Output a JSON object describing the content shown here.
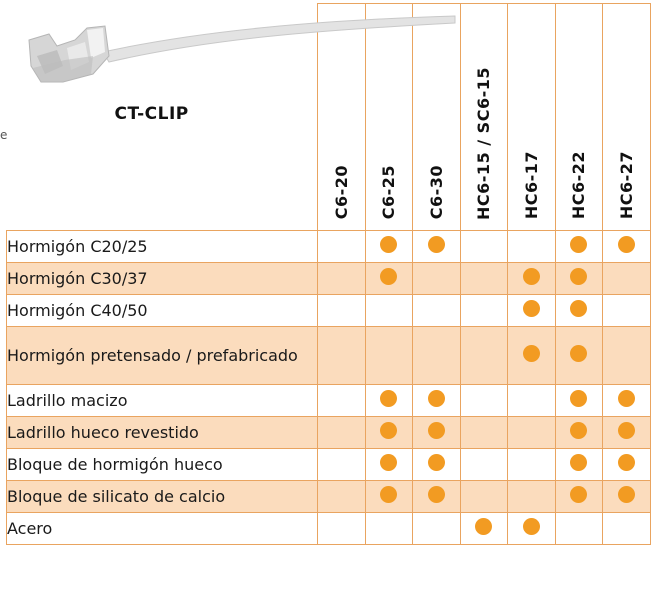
{
  "header": {
    "product_name": "CT-CLIP",
    "stray_mark": "e",
    "products": [
      "C6-20",
      "C6-25",
      "C6-30",
      "HC6-15 / SC6-15",
      "HC6-17",
      "HC6-22",
      "HC6-27"
    ]
  },
  "colors": {
    "dot": "#f29b22",
    "shade": "#fbdcbd",
    "border": "#e9a460"
  },
  "rows": [
    {
      "material": "Hormigón C20/25",
      "shaded": false,
      "dots": [
        false,
        true,
        true,
        false,
        false,
        true,
        true
      ]
    },
    {
      "material": "Hormigón C30/37",
      "shaded": true,
      "dots": [
        false,
        true,
        false,
        false,
        true,
        true,
        false
      ]
    },
    {
      "material": "Hormigón C40/50",
      "shaded": false,
      "dots": [
        false,
        false,
        false,
        false,
        true,
        true,
        false
      ]
    },
    {
      "material": "Hormigón pretensado / prefabricado",
      "shaded": true,
      "tall": true,
      "dots": [
        false,
        false,
        false,
        false,
        true,
        true,
        false
      ]
    },
    {
      "material": "Ladrillo macizo",
      "shaded": false,
      "dots": [
        false,
        true,
        true,
        false,
        false,
        true,
        true
      ]
    },
    {
      "material": "Ladrillo hueco revestido",
      "shaded": true,
      "dots": [
        false,
        true,
        true,
        false,
        false,
        true,
        true
      ]
    },
    {
      "material": "Bloque de hormigón hueco",
      "shaded": false,
      "dots": [
        false,
        true,
        true,
        false,
        false,
        true,
        true
      ]
    },
    {
      "material": "Bloque de silicato de calcio",
      "shaded": true,
      "dots": [
        false,
        true,
        true,
        false,
        false,
        true,
        true
      ]
    },
    {
      "material": "Acero",
      "shaded": false,
      "dots": [
        false,
        false,
        false,
        true,
        true,
        false,
        false
      ]
    }
  ]
}
